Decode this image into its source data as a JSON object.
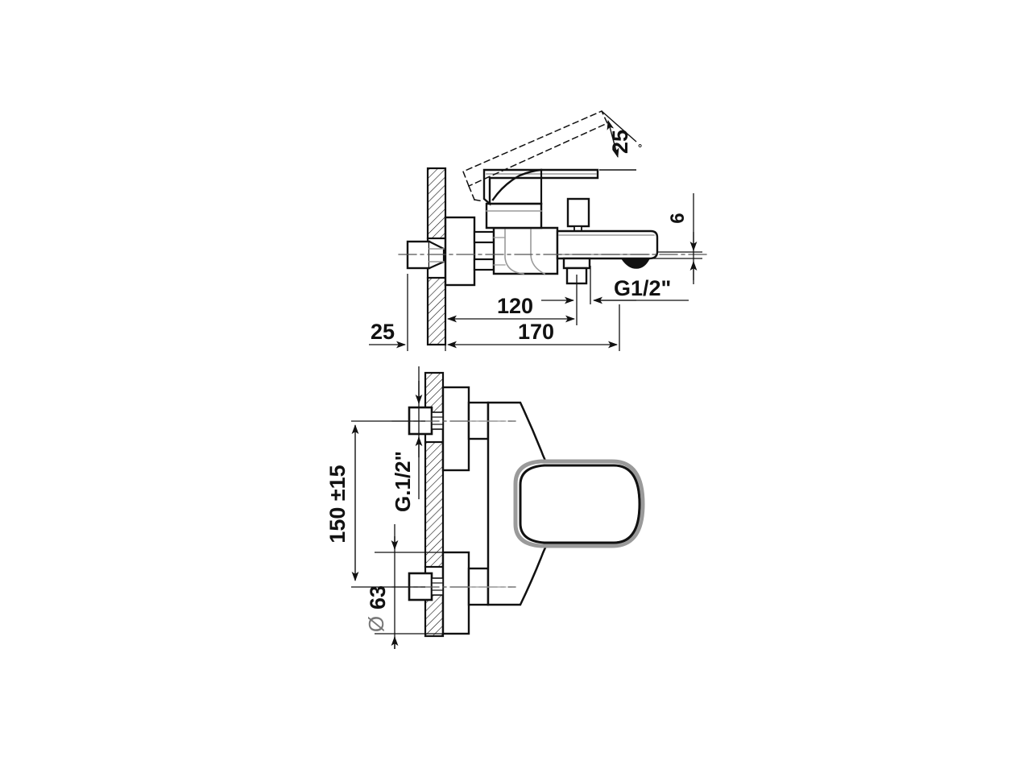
{
  "drawing": {
    "type": "technical-dimension-drawing",
    "subject": "wall-mounted bath shower mixer tap",
    "background_color": "#ffffff",
    "line_color": "#111111",
    "secondary_line_color": "#9a9a9a",
    "hatch_color": "#111111",
    "views": [
      {
        "id": "side-elevation",
        "name": "Side elevation view (top)"
      },
      {
        "id": "front-elevation",
        "name": "Front elevation view (bottom)"
      }
    ]
  },
  "annotations": {
    "side_view": {
      "angle": "25",
      "angle_unit": "°",
      "height_offset": "6",
      "thread_outlet": "G1/2\"",
      "depth_wall": "25",
      "length_to_diverter": "120",
      "length_total": "170"
    },
    "front_view": {
      "center_height": "150  ±15",
      "center_spacing": "63",
      "diameter_symbol": "Ø",
      "thread_inlet": "G.1/2\""
    }
  },
  "dimension_list": [
    {
      "label": "25",
      "view": "side-elevation",
      "meaning": "wall projection of escutcheon"
    },
    {
      "label": "120",
      "view": "side-elevation",
      "meaning": "wall face to shower outlet centre"
    },
    {
      "label": "170",
      "view": "side-elevation",
      "meaning": "wall face to spout tip"
    },
    {
      "label": "6",
      "view": "side-elevation",
      "meaning": "spout outlet drop"
    },
    {
      "label": "25°",
      "view": "side-elevation",
      "meaning": "lever opening angle"
    },
    {
      "label": "G1/2\"",
      "view": "side-elevation",
      "meaning": "shower outlet thread"
    },
    {
      "label": "150  ±15",
      "view": "front-elevation",
      "meaning": "inlet centre distance"
    },
    {
      "label": "Ø63",
      "view": "front-elevation",
      "meaning": "escutcheon diameter"
    },
    {
      "label": "G.1/2\"",
      "view": "front-elevation",
      "meaning": "water inlet thread"
    }
  ]
}
